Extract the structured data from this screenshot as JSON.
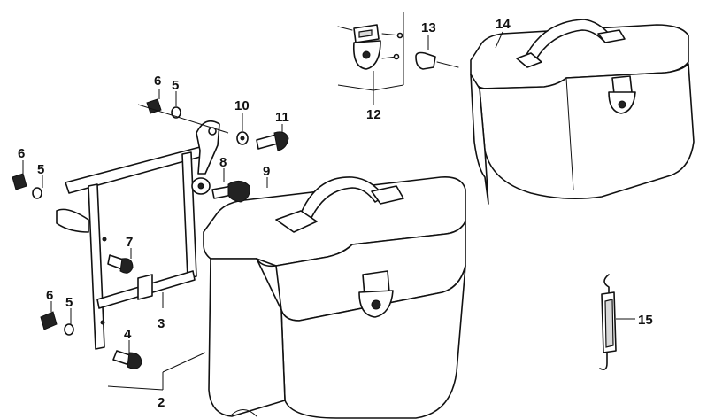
{
  "labels": {
    "l1": "2",
    "l2": "3",
    "l3": "4",
    "l4": "5",
    "l5": "5",
    "l6": "5",
    "l7": "6",
    "l8": "6",
    "l9": "6",
    "l10": "7",
    "l11": "8",
    "l12": "9",
    "l13": "10",
    "l14": "11",
    "l15": "12",
    "l16": "13",
    "l17": "14",
    "l18": "15"
  }
}
